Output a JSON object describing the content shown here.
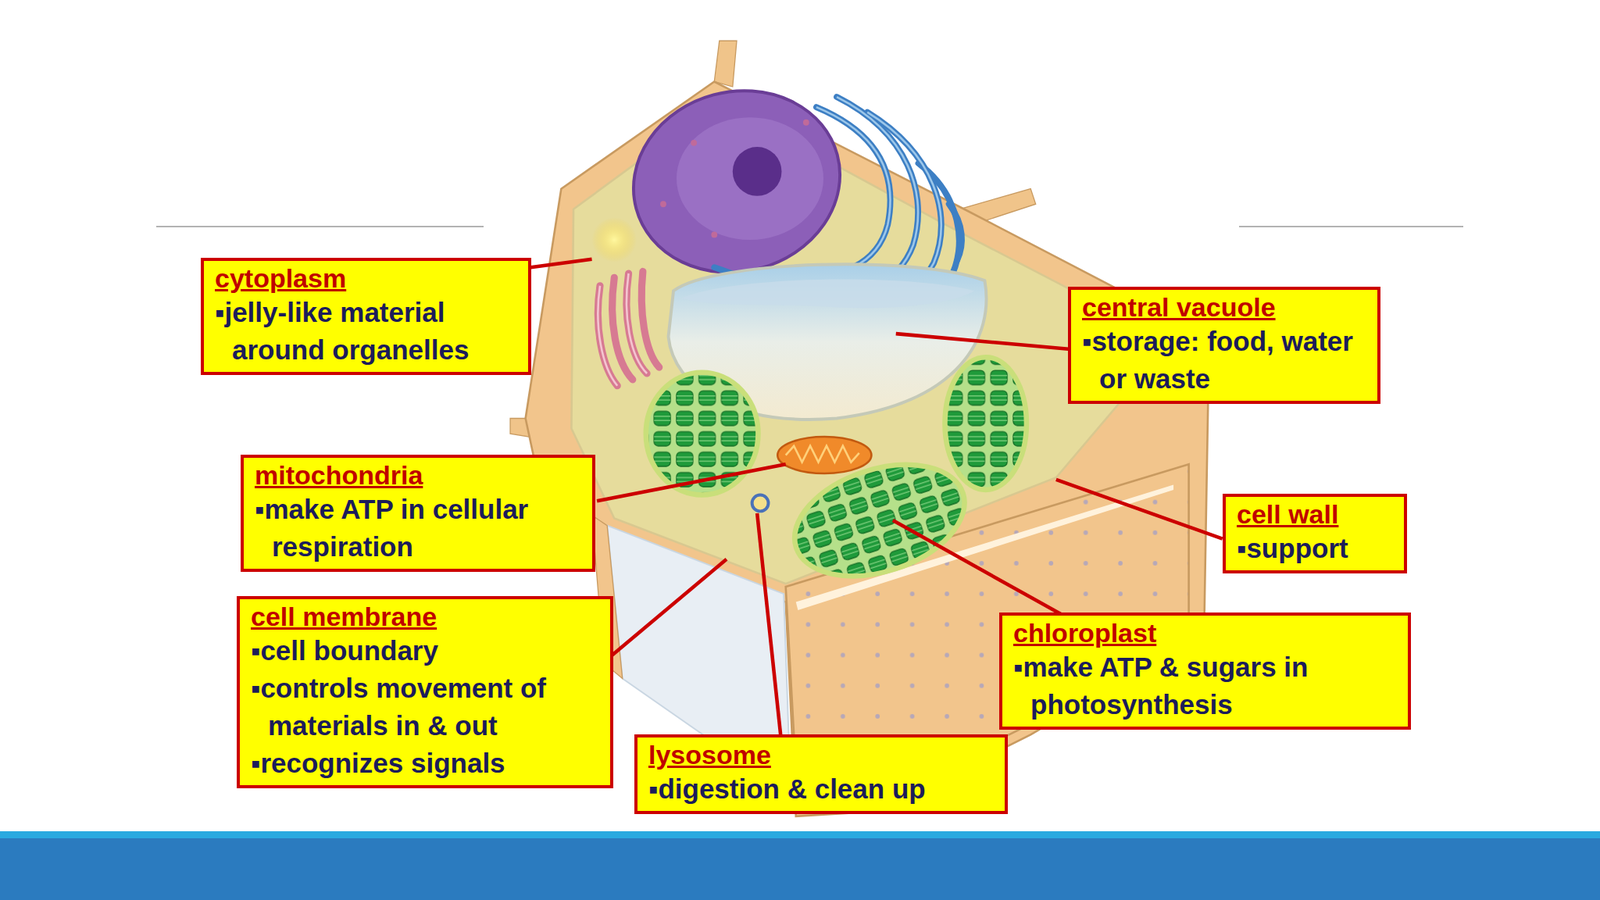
{
  "diagram": {
    "nodes": [
      {
        "text": [
          "cytoplasm",
          "▪jelly-like material around organelles"
        ]
      },
      {
        "text": [
          "central vacuole",
          "▪storage: food, water or waste"
        ]
      },
      {
        "text": [
          "mitochondria",
          "▪make ATP in cellular respiration"
        ]
      },
      {
        "text": [
          "cell wall",
          "▪support"
        ]
      },
      {
        "text": [
          "cell membrane",
          "▪cell boundary",
          "▪controls movement of materials in & out",
          "▪recognizes signals"
        ]
      },
      {
        "text": [
          "chloroplast",
          "▪make ATP & sugars in photosynthesis"
        ]
      },
      {
        "text": [
          "lysosome",
          "▪digestion & clean up"
        ]
      }
    ]
  }
}
